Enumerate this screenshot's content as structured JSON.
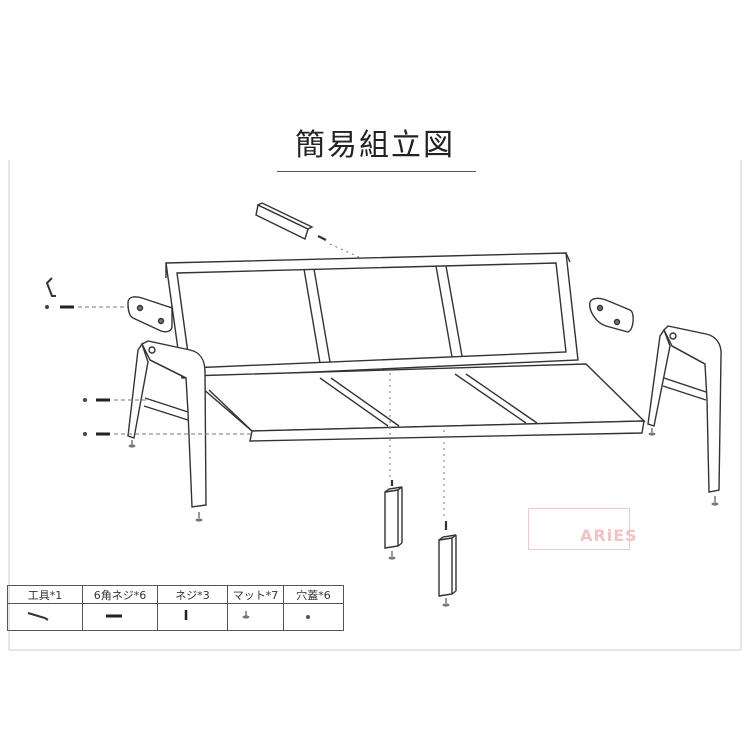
{
  "title": "簡易組立図",
  "parts": [
    {
      "label": "工具*1",
      "icon": "hex-key-icon"
    },
    {
      "label": "6角ネジ*6",
      "icon": "hex-bolt-icon"
    },
    {
      "label": "ネジ*3",
      "icon": "screw-icon"
    },
    {
      "label": "マット*7",
      "icon": "foot-pad-icon"
    },
    {
      "label": "穴蓋*6",
      "icon": "hole-cap-icon"
    }
  ],
  "watermark": "ARiES",
  "colors": {
    "frame": "#ffffff",
    "outline": "#333333",
    "wood": "#ffffff",
    "watermark": "#f4c2c2"
  }
}
